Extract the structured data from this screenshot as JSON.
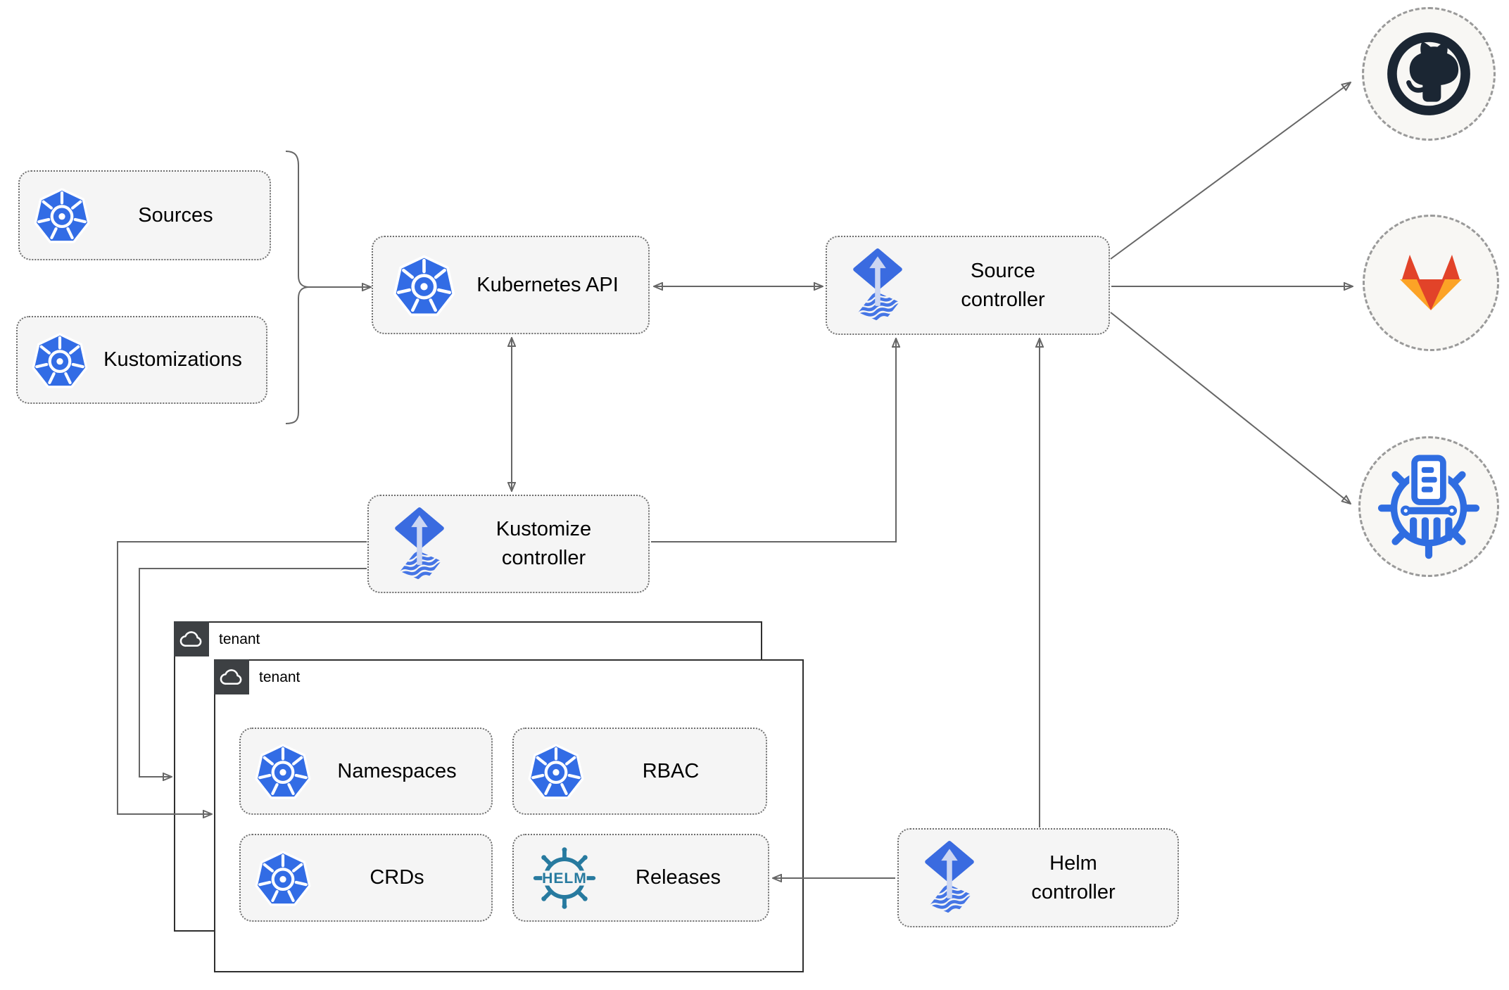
{
  "nodes": {
    "sources": {
      "label": "Sources"
    },
    "kustomizations": {
      "label": "Kustomizations"
    },
    "kubernetes_api": {
      "label": "Kubernetes API"
    },
    "source_controller": {
      "line1": "Source",
      "line2": "controller"
    },
    "kustomize_controller": {
      "line1": "Kustomize",
      "line2": "controller"
    },
    "helm_controller": {
      "line1": "Helm",
      "line2": "controller"
    },
    "namespaces": {
      "label": "Namespaces"
    },
    "rbac": {
      "label": "RBAC"
    },
    "crds": {
      "label": "CRDs"
    },
    "releases": {
      "label": "Releases",
      "logo_text": "HELM"
    }
  },
  "groups": {
    "tenant_outer": {
      "label": "tenant"
    },
    "tenant_inner": {
      "label": "tenant"
    }
  },
  "colors": {
    "kubernetes_blue": "#326ce5",
    "flux_blue": "#3a6be0",
    "flux_light": "#ccd6f2",
    "flux_wave": "#4575e5",
    "github_dark": "#1b2633",
    "gitlab_red": "#e24329",
    "gitlab_orange": "#fca326",
    "helm_teal": "#277a9f",
    "chartmuseum_blue": "#2f6de1",
    "wire_gray": "#666666",
    "node_fill": "#f5f5f5",
    "tenant_tab_dark": "#3d4043"
  }
}
